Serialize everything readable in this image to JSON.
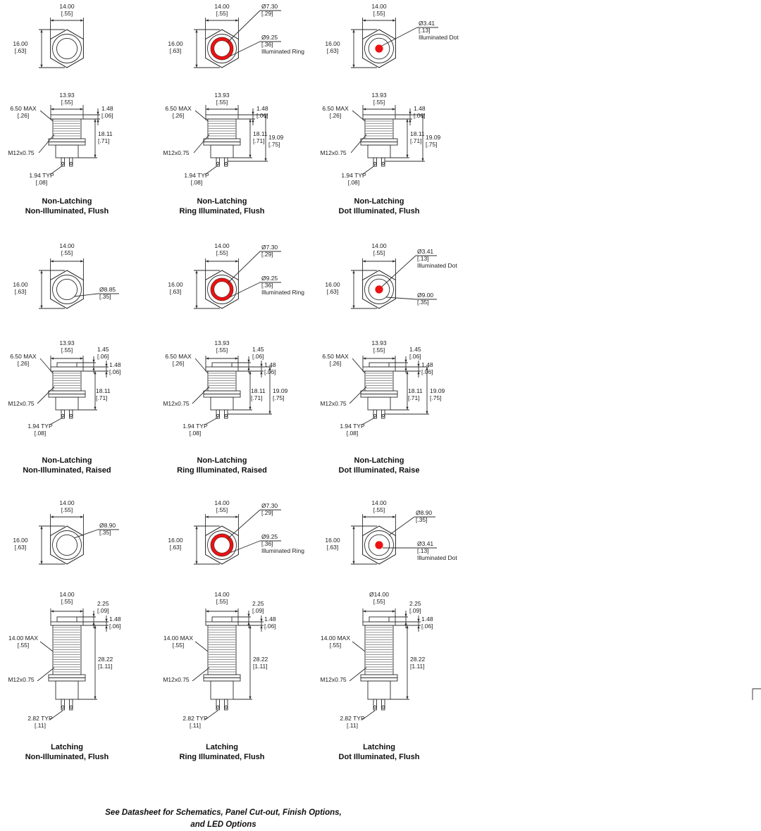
{
  "footer": "See Datasheet for Schematics, Panel Cut-out, Finish Options,\nand LED Options",
  "colors": {
    "accent_red": "#ed1111",
    "ink": "#2b2b2b"
  },
  "cells": [
    {
      "id": "non-latching-non-illuminated-flush",
      "caption": "Non-Latching\nNon-Illuminated, Flush",
      "illumination": "none",
      "labels": {
        "top_w": "14.00\n[.55]",
        "top_h": "16.00\n[.63]",
        "sv_w": "13.93\n[.55]",
        "sv_cap": "1.48\n[.06]",
        "sv_max": "6.50 MAX\n[.26]",
        "sv_thread": "M12x0.75",
        "sv_len": "18.11\n[.71]",
        "sv_pin": "1.94 TYP\n[.08]"
      }
    },
    {
      "id": "non-latching-ring-illuminated-flush",
      "caption": "Non-Latching\nRing Illuminated, Flush",
      "illumination": "ring",
      "labels": {
        "top_w": "14.00\n[.55]",
        "top_h": "16.00\n[.63]",
        "co_ring_inner": "Ø7.30\n[.29]",
        "co_ring": "Ø9.25\n[.36]\nIlluminated Ring",
        "sv_w": "13.93\n[.55]",
        "sv_cap": "1.48\n[.06]",
        "sv_max": "6.50 MAX\n[.26]",
        "sv_thread": "M12x0.75",
        "sv_len": "18.11\n[.71]",
        "sv_total": "19.09\n[.75]",
        "sv_pin": "1.94 TYP\n[.08]"
      }
    },
    {
      "id": "non-latching-dot-illuminated-flush",
      "caption": "Non-Latching\nDot Illuminated, Flush",
      "illumination": "dot",
      "labels": {
        "top_w": "14.00\n[.55]",
        "top_h": "16.00\n[.63]",
        "co_dot": "Ø3.41\n[.13]\nIlluminated Dot",
        "sv_w": "13.93\n[.55]",
        "sv_cap": "1.48\n[.06]",
        "sv_max": "6.50 MAX\n[.26]",
        "sv_thread": "M12x0.75",
        "sv_len": "18.11\n[.71]",
        "sv_total": "19.09\n[.75]",
        "sv_pin": "1.94 TYP\n[.08]"
      }
    },
    {
      "id": "non-latching-non-illuminated-raised",
      "caption": "Non-Latching\nNon-Illuminated, Raised",
      "illumination": "none",
      "labels": {
        "top_w": "14.00\n[.55]",
        "top_h": "16.00\n[.63]",
        "co_btn": "Ø8.85\n[.35]",
        "sv_w": "13.93\n[.55]",
        "sv_cap2": "1.45\n[.06]",
        "sv_cap": "1.48\n[.06]",
        "sv_max": "6.50 MAX\n[.26]",
        "sv_thread": "M12x0.75",
        "sv_len": "18.11\n[.71]",
        "sv_pin": "1.94 TYP\n[.08]"
      }
    },
    {
      "id": "non-latching-ring-illuminated-raised",
      "caption": "Non-Latching\nRing Illuminated, Raised",
      "illumination": "ring",
      "labels": {
        "top_w": "14.00\n[.55]",
        "top_h": "16.00\n[.63]",
        "co_ring_inner": "Ø7.30\n[.29]",
        "co_ring": "Ø9.25\n[.36]\nIlluminated Ring",
        "sv_w": "13.93\n[.55]",
        "sv_cap2": "1.45\n[.06]",
        "sv_cap": "1.48\n[.06]",
        "sv_max": "6.50 MAX\n[.26]",
        "sv_thread": "M12x0.75",
        "sv_len": "18.11\n[.71]",
        "sv_total": "19.09\n[.75]",
        "sv_pin": "1.94 TYP\n[.08]"
      }
    },
    {
      "id": "non-latching-dot-illuminated-raised",
      "caption": "Non-Latching\nDot Illuminated, Raise",
      "illumination": "dot",
      "labels": {
        "top_w": "14.00\n[.55]",
        "top_h": "16.00\n[.63]",
        "co_dot": "Ø3.41\n[.13]\nIlluminated Dot",
        "co_circle": "Ø9.00\n[.35]",
        "sv_w": "13.93\n[.55]",
        "sv_cap2": "1.45\n[.06]",
        "sv_cap": "1.48\n[.06]",
        "sv_max": "6.50 MAX\n[.26]",
        "sv_thread": "M12x0.75",
        "sv_len": "18.11\n[.71]",
        "sv_total": "19.09\n[.75]",
        "sv_pin": "1.94 TYP\n[.08]"
      }
    },
    {
      "id": "latching-non-illuminated-flush",
      "caption": "Latching\nNon-Illuminated, Flush",
      "illumination": "none",
      "labels": {
        "top_w": "14.00\n[.55]",
        "top_h": "16.00\n[.63]",
        "co_btn": "Ø8.90\n[.35]",
        "sv_w": "14.00\n[.55]",
        "sv_cap2": "2.25\n[.09]",
        "sv_cap": "1.48\n[.06]",
        "sv_max": "14.00 MAX\n[.55]",
        "sv_thread": "M12x0.75",
        "sv_len": "28.22\n[1.11]",
        "sv_pin": "2.82 TYP\n[.11]"
      }
    },
    {
      "id": "latching-ring-illuminated-flush",
      "caption": "Latching\nRing Illuminated, Flush",
      "illumination": "ring",
      "labels": {
        "top_w": "14.00\n[.55]",
        "top_h": "16.00\n[.63]",
        "co_ring_inner": "Ø7.30\n[.29]",
        "co_ring": "Ø9.25\n[.36]\nIlluminated Ring",
        "sv_w": "14.00\n[.55]",
        "sv_cap2": "2.25\n[.09]",
        "sv_cap": "1.48\n[.06]",
        "sv_max": "14.00 MAX\n[.55]",
        "sv_thread": "M12x0.75",
        "sv_len": "28.22\n[1.11]",
        "sv_pin": "2.82 TYP\n[.11]"
      }
    },
    {
      "id": "latching-dot-illuminated-flush",
      "caption": "Latching\nDot Illuminated, Flush",
      "illumination": "dot",
      "labels": {
        "top_w": "14.00\n[.55]",
        "top_h": "16.00\n[.63]",
        "co_btn": "Ø8.90\n[.35]",
        "co_dot": "Ø3.41\n[.13]\nIlluminated Dot",
        "sv_w": "Ø14.00\n[.55]",
        "sv_cap2": "2.25\n[.09]",
        "sv_cap": "1.48\n[.06]",
        "sv_max": "14.00 MAX\n[.55]",
        "sv_thread": "M12x0.75",
        "sv_len": "28.22\n[1.11]",
        "sv_pin": "2.82 TYP\n[.11]"
      }
    }
  ]
}
